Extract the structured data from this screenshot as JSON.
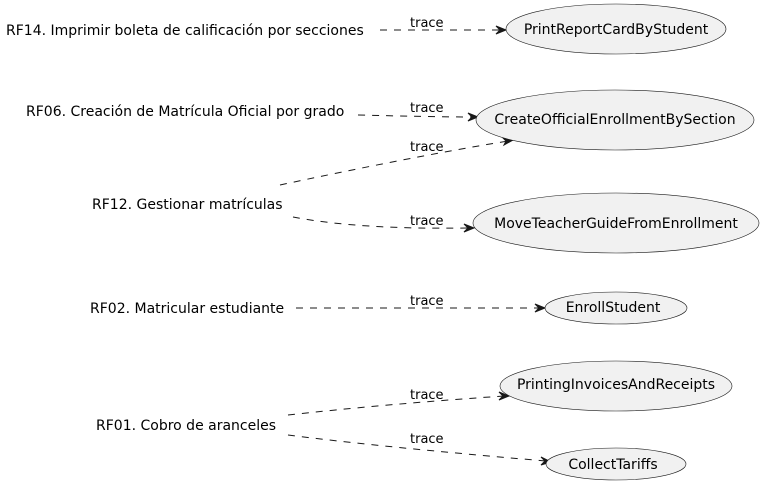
{
  "requirements": [
    {
      "id": "rf14",
      "label": "RF14. Imprimir boleta de calificación por secciones"
    },
    {
      "id": "rf06",
      "label": "RF06. Creación de Matrícula Oficial por grado"
    },
    {
      "id": "rf12",
      "label": "RF12. Gestionar matrículas"
    },
    {
      "id": "rf02",
      "label": "RF02. Matricular estudiante"
    },
    {
      "id": "rf01",
      "label": "RF01. Cobro de aranceles"
    }
  ],
  "use_cases": [
    {
      "id": "print-report-card",
      "label": "PrintReportCardByStudent"
    },
    {
      "id": "create-official-enrollment",
      "label": "CreateOfficialEnrollmentBySection"
    },
    {
      "id": "move-teacher-guide",
      "label": "MoveTeacherGuideFromEnrollment"
    },
    {
      "id": "enroll-student",
      "label": "EnrollStudent"
    },
    {
      "id": "printing-invoices",
      "label": "PrintingInvoicesAndReceipts"
    },
    {
      "id": "collect-tariffs",
      "label": "CollectTariffs"
    }
  ],
  "relations": [
    {
      "from": "rf14",
      "to": "print-report-card",
      "label": "trace"
    },
    {
      "from": "rf06",
      "to": "create-official-enrollment",
      "label": "trace"
    },
    {
      "from": "rf12",
      "to": "create-official-enrollment",
      "label": "trace"
    },
    {
      "from": "rf12",
      "to": "move-teacher-guide",
      "label": "trace"
    },
    {
      "from": "rf02",
      "to": "enroll-student",
      "label": "trace"
    },
    {
      "from": "rf01",
      "to": "printing-invoices",
      "label": "trace"
    },
    {
      "from": "rf01",
      "to": "collect-tariffs",
      "label": "trace"
    }
  ]
}
